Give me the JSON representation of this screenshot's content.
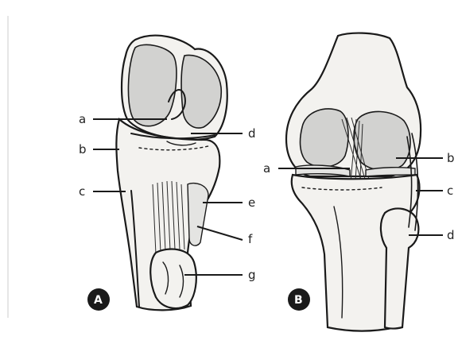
{
  "figures": [
    {
      "id": "A",
      "badge": "A",
      "labels": [
        "a",
        "b",
        "c",
        "d",
        "e",
        "f",
        "g"
      ]
    },
    {
      "id": "B",
      "badge": "B",
      "labels": [
        "a",
        "b",
        "c",
        "d"
      ]
    }
  ]
}
